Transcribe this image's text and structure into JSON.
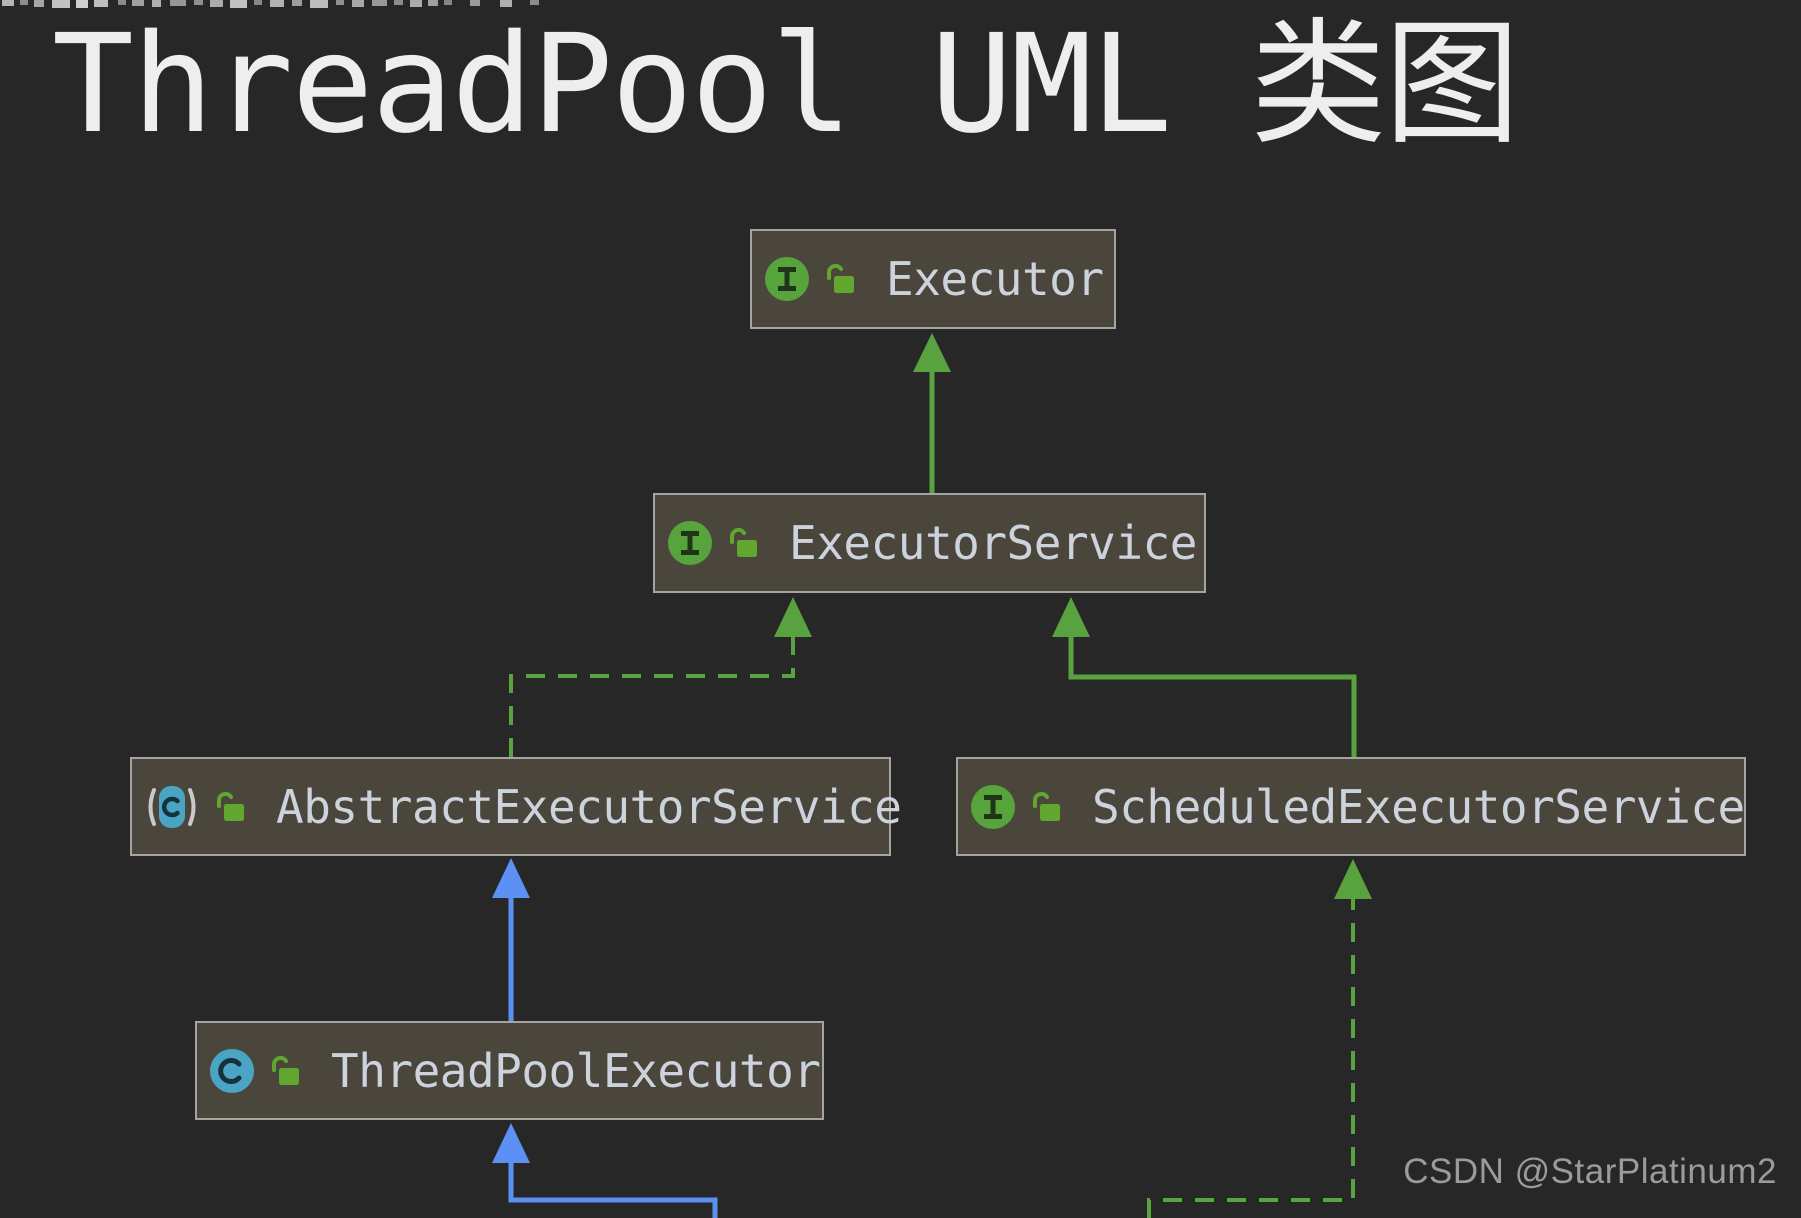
{
  "title": {
    "text": "ThreadPool UML 类图",
    "color": "#eeeeee"
  },
  "watermark": {
    "text": "CSDN @StarPlatinum2",
    "color": "#9b9b9b"
  },
  "top_cropped_line": {
    "description": "bottom slivers of a text line cropped by the screenshot top edge",
    "fragments": [
      [
        2,
        12,
        6,
        "#b5b5b5"
      ],
      [
        20,
        8,
        5,
        "#8d8d8d"
      ],
      [
        34,
        10,
        7,
        "#a5a5a5"
      ],
      [
        52,
        18,
        8,
        "#c2c2c2"
      ],
      [
        76,
        12,
        8,
        "#cfcfcf"
      ],
      [
        94,
        14,
        7,
        "#bdbdbd"
      ],
      [
        118,
        8,
        5,
        "#8a8a8a"
      ],
      [
        132,
        12,
        6,
        "#a0a0a0"
      ],
      [
        152,
        9,
        7,
        "#b0b0b0"
      ],
      [
        170,
        16,
        6,
        "#979797"
      ],
      [
        194,
        9,
        5,
        "#8f8f8f"
      ],
      [
        210,
        13,
        7,
        "#ababab"
      ],
      [
        230,
        17,
        8,
        "#c0c0c0"
      ],
      [
        254,
        8,
        5,
        "#888888"
      ],
      [
        270,
        14,
        7,
        "#b3b3b3"
      ],
      [
        292,
        10,
        6,
        "#9d9d9d"
      ],
      [
        310,
        18,
        8,
        "#bcbcbc"
      ],
      [
        336,
        8,
        5,
        "#909090"
      ],
      [
        352,
        12,
        7,
        "#a8a8a8"
      ],
      [
        372,
        15,
        6,
        "#989898"
      ],
      [
        394,
        9,
        5,
        "#8c8c8c"
      ],
      [
        410,
        12,
        7,
        "#ababab"
      ],
      [
        428,
        10,
        6,
        "#9f9f9f"
      ],
      [
        444,
        8,
        5,
        "#868686"
      ],
      [
        470,
        10,
        6,
        "#9a9a9a"
      ],
      [
        500,
        12,
        7,
        "#aeaeae"
      ],
      [
        530,
        9,
        5,
        "#8b8b8b"
      ]
    ]
  },
  "diagram": {
    "nodes": [
      {
        "id": "executor",
        "label": "Executor",
        "kind": "interface",
        "visibility": "public"
      },
      {
        "id": "executor-service",
        "label": "ExecutorService",
        "kind": "interface",
        "visibility": "public"
      },
      {
        "id": "abstract-executor-service",
        "label": "AbstractExecutorService",
        "kind": "abstract-class",
        "visibility": "public"
      },
      {
        "id": "scheduled-executor-service",
        "label": "ScheduledExecutorService",
        "kind": "interface",
        "visibility": "public"
      },
      {
        "id": "thread-pool-executor",
        "label": "ThreadPoolExecutor",
        "kind": "class",
        "visibility": "public"
      }
    ],
    "edges": [
      {
        "from": "ExecutorService",
        "to": "Executor",
        "type": "extends",
        "style": "solid-green"
      },
      {
        "from": "AbstractExecutorService",
        "to": "ExecutorService",
        "type": "implements",
        "style": "dashed-green"
      },
      {
        "from": "ScheduledExecutorService",
        "to": "ExecutorService",
        "type": "extends",
        "style": "solid-green"
      },
      {
        "from": "ThreadPoolExecutor",
        "to": "AbstractExecutorService",
        "type": "extends",
        "style": "solid-blue"
      },
      {
        "from": "offscreen-bottom-left",
        "to": "ThreadPoolExecutor",
        "type": "extends",
        "style": "solid-blue"
      },
      {
        "from": "offscreen-bottom-right",
        "to": "ScheduledExecutorService",
        "type": "implements",
        "style": "dashed-green"
      }
    ],
    "colors": {
      "background": "#272727",
      "node_fill": "#4b463c",
      "node_border": "#a5a4a1",
      "node_text": "#ccd3dd",
      "interface_icon_green": "#57a33c",
      "class_icon_teal": "#4aa4c4",
      "lock_green": "#63a62f",
      "edge_green": "#58a33f",
      "edge_blue": "#5c90f2"
    }
  }
}
